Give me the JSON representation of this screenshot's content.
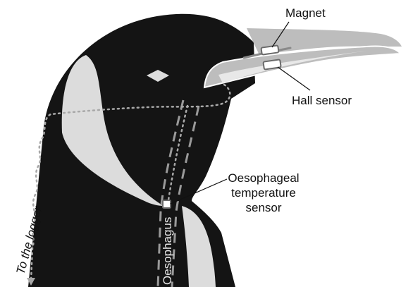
{
  "labels": {
    "magnet": "Magnet",
    "hall_sensor": "Hall sensor",
    "oesophageal_sensor_line1": "Oesophageal",
    "oesophageal_sensor_line2": "temperature",
    "oesophageal_sensor_line3": "sensor",
    "oesophagus": "Oesophagus",
    "to_logger": "To the logger"
  },
  "colors": {
    "plumage_dark": "#141414",
    "plumage_light": "#dcdcdc",
    "beak_grey": "#bdbdbd",
    "beak_light": "#e8e8e8",
    "cable": "#a8a8a8",
    "oesophagus": "#9a9a9a"
  }
}
